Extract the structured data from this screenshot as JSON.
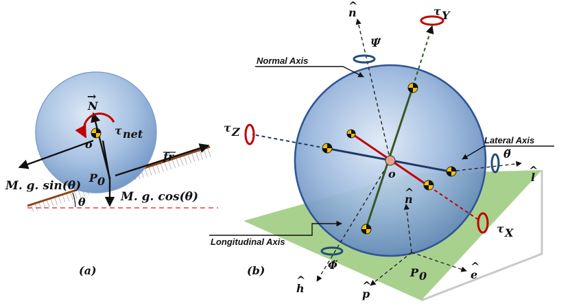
{
  "panel_a": {
    "caption": "(a)",
    "normal_force": "N",
    "torque_net": "τ",
    "torque_net_sub": "net",
    "center": "o",
    "contact": "P",
    "contact_sub": "0",
    "friction": "fr",
    "gravity_parallel": "M. g. sin(θ)",
    "gravity_normal": "M. g. cos(θ)",
    "angle": "θ"
  },
  "panel_b": {
    "caption": "(b)",
    "normal_axis_label": "Normal Axis",
    "lateral_axis_label": "Lateral Axis",
    "longitudinal_axis_label": "Longitudinal Axis",
    "n_hat_top": "n",
    "n_hat_plane": "n",
    "l_hat": "l",
    "h_hat": "h",
    "p_hat": "p",
    "e_hat": "e",
    "center": "o",
    "contact": "P",
    "contact_sub": "0",
    "tau": "τ",
    "tau_y_sub": "Y",
    "tau_z_sub": "Z",
    "tau_x_sub": "X",
    "psi_ddot": "Ψ̈",
    "theta_ddot": "θ̈",
    "phi_ddot": "Φ̈"
  },
  "colors": {
    "sphere_light": "#c5d9ef",
    "sphere_dark": "#5e86b8",
    "sphere_rim": "#2f5597",
    "plane": "#a9d18e",
    "torque_red": "#c00000",
    "torque_blue": "#1f4e79",
    "green_axis": "#385723",
    "red_axis": "#c00000",
    "navy_axis": "#203864",
    "slope_brown": "#8b4513"
  }
}
